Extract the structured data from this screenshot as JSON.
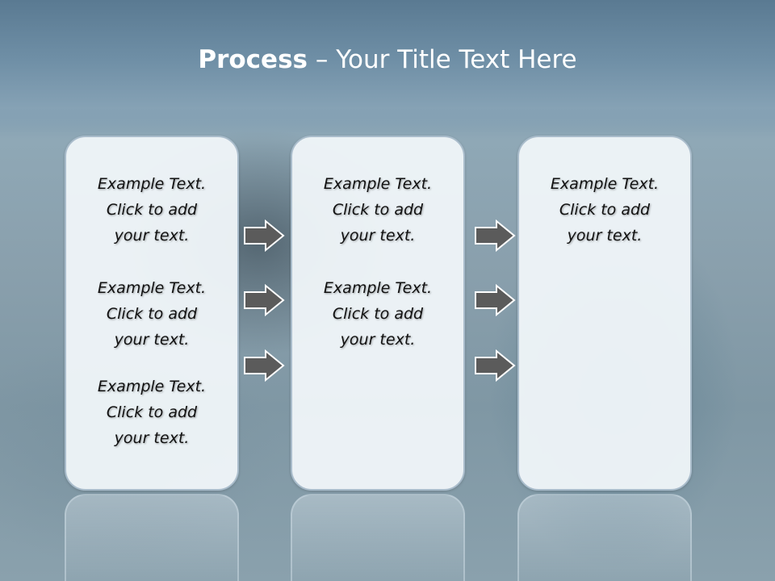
{
  "slide": {
    "title_strong": "Process",
    "title_rest": " – Your Title Text Here"
  },
  "boxes": [
    {
      "items": [
        {
          "line1": "Example Text.",
          "line2": "Click  to add",
          "line3": "your text."
        },
        {
          "line1": "Example Text.",
          "line2": "Click  to add",
          "line3": "your text."
        },
        {
          "line1": "Example Text.",
          "line2": "Click  to add",
          "line3": "your text."
        }
      ]
    },
    {
      "items": [
        {
          "line1": "Example Text.",
          "line2": "Click  to add",
          "line3": "your text."
        },
        {
          "line1": "Example Text.",
          "line2": "Click  to add",
          "line3": "your text."
        }
      ]
    },
    {
      "items": [
        {
          "line1": "Example Text.",
          "line2": "Click  to add",
          "line3": "your text."
        }
      ]
    }
  ],
  "arrows": {
    "fill": "#5b5b5b",
    "stroke": "#ffffff",
    "icon": "right-arrow-icon"
  }
}
